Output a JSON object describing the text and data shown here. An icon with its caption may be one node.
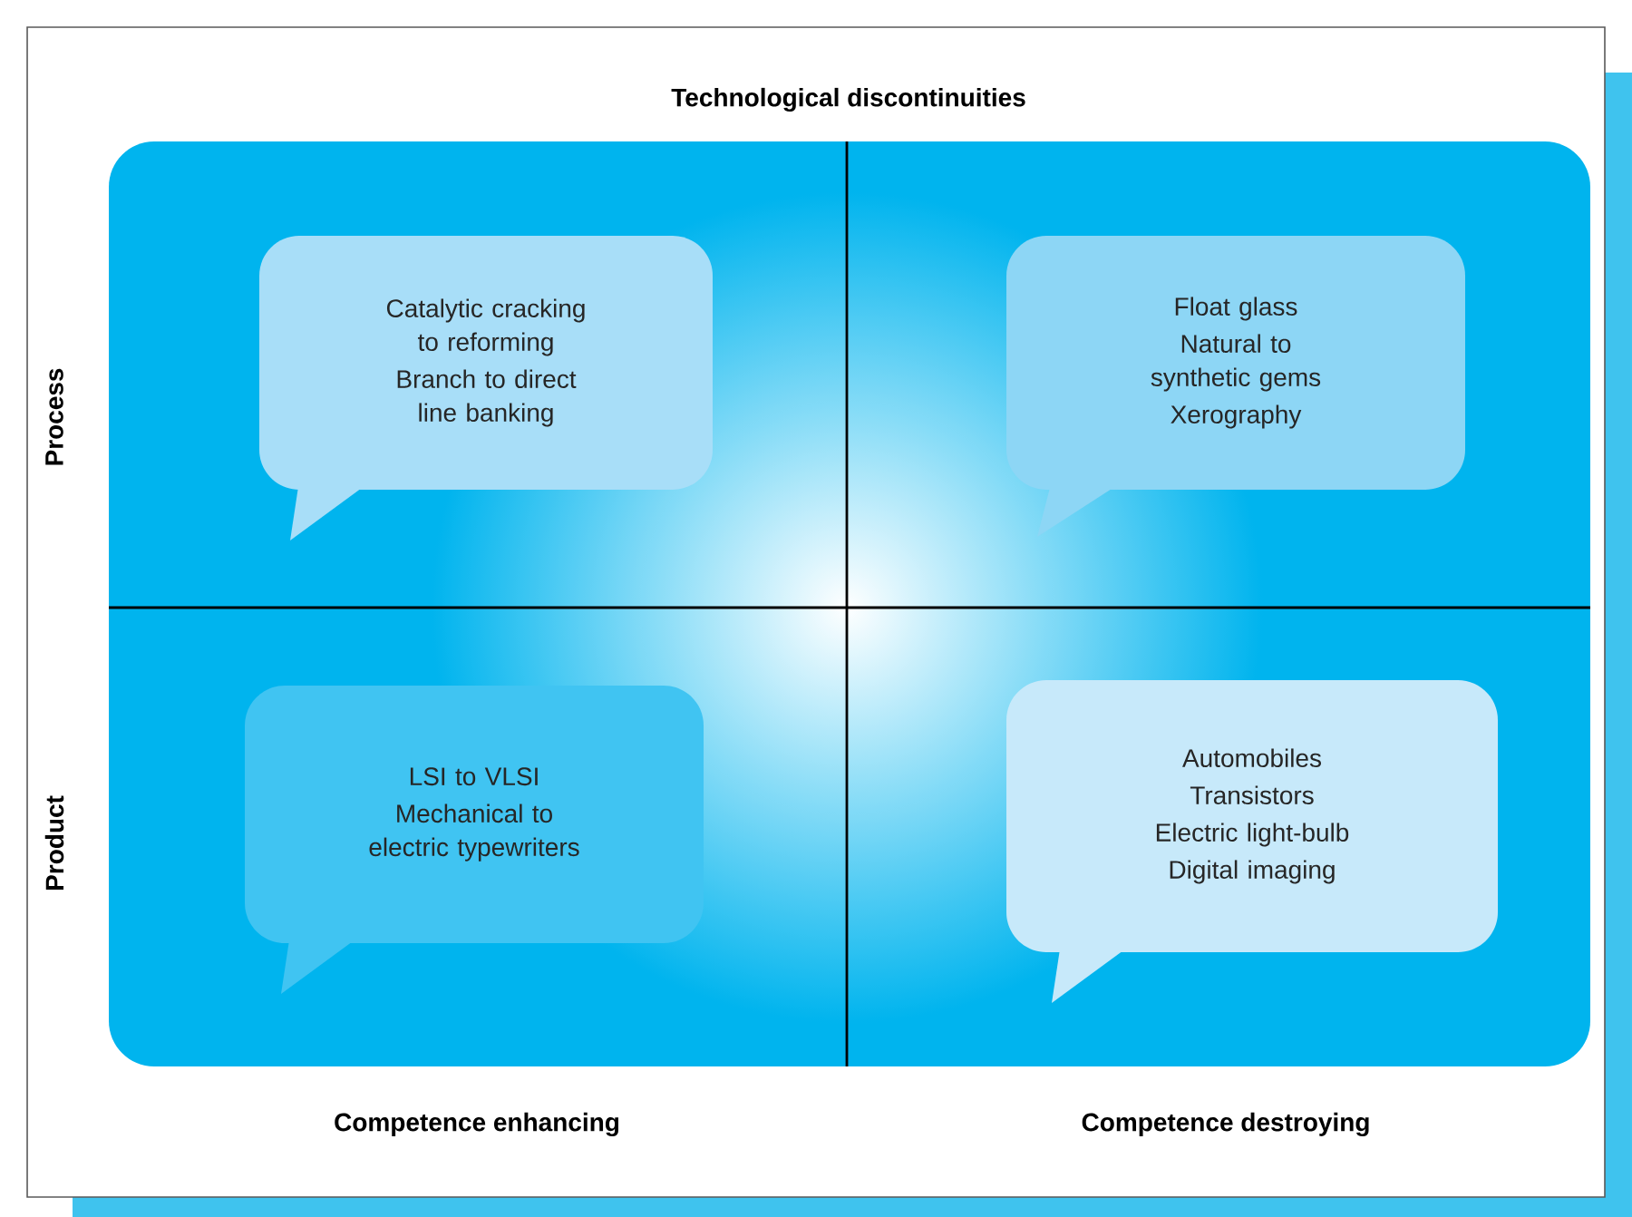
{
  "diagram": {
    "title": "Technological discontinuities",
    "nodes": [
      {
        "text": [
          "Catalytic cracking to reforming",
          "Branch to direct line banking"
        ]
      },
      {
        "text": [
          "Float glass",
          "Natural to synthetic gems",
          "Xerography"
        ]
      },
      {
        "text": [
          "LSI to VLSI",
          "Mechanical to electric typewriters"
        ]
      },
      {
        "text": [
          "Automobiles",
          "Transistors",
          "Electric light-bulb",
          "Digital imaging"
        ]
      }
    ],
    "labels": [
      "Process",
      "Product",
      "Competence enhancing",
      "Competence destroying"
    ]
  }
}
